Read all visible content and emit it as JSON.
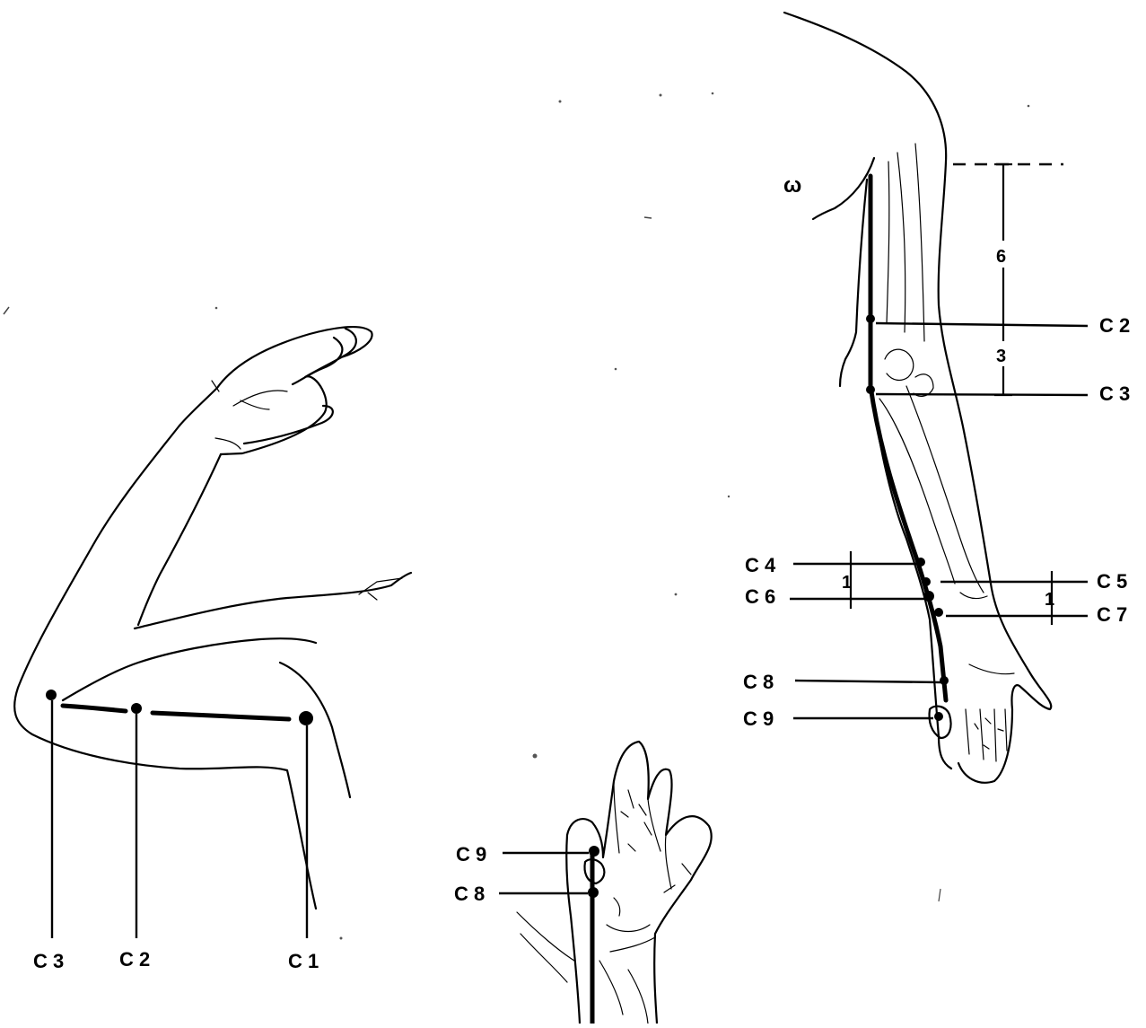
{
  "figures": {
    "bent_arm": {
      "labels": [
        "C 3",
        "C 2",
        "C 1"
      ]
    },
    "full_arm": {
      "labels_right": [
        "C 2",
        "C 3",
        "C 5",
        "C 7"
      ],
      "labels_left": [
        "C 4",
        "C 6",
        "C 8",
        "C 9"
      ],
      "measures": {
        "upper_segment": "6",
        "lower_segment": "3",
        "wrist_left": "1",
        "wrist_right": "1"
      },
      "mark": "ω"
    },
    "hand": {
      "labels": [
        "C 9",
        "C 8"
      ]
    }
  },
  "colors": {
    "ink": "#000000",
    "paper": "#ffffff"
  }
}
